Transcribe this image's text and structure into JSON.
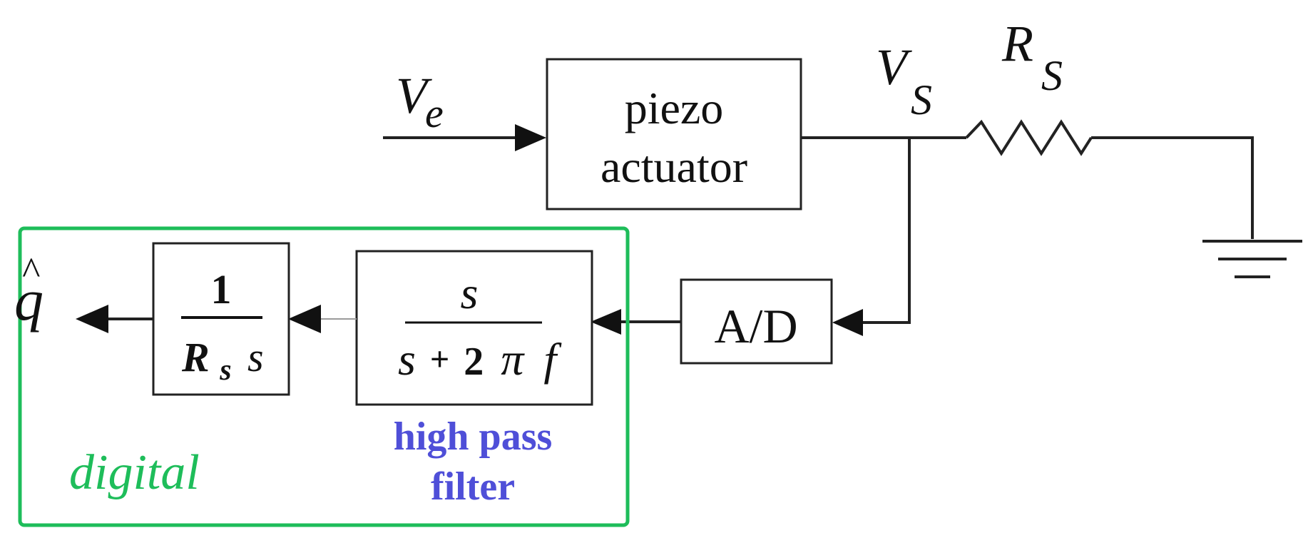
{
  "labels": {
    "input_signal": {
      "main": "V",
      "sub": "e"
    },
    "sense_voltage": {
      "main": "V",
      "sub": "S"
    },
    "sense_resistor": {
      "main": "R",
      "sub": "S"
    },
    "output_signal": "q",
    "output_hat": "^"
  },
  "blocks": {
    "piezo_actuator": {
      "line1": "piezo",
      "line2": "actuator"
    },
    "adc": "A/D",
    "high_pass_filter": {
      "numerator": "s",
      "denominator": "s + 2πf",
      "den_s": "s",
      "den_plus": "+",
      "den_two": "2",
      "den_pi": "π",
      "den_f": "f",
      "caption_line1": "high pass",
      "caption_line2": "filter"
    },
    "integrator": {
      "numerator": "1",
      "den_r": "R",
      "den_sub": "s",
      "den_s": "s"
    }
  },
  "region": {
    "label": "digital"
  },
  "colors": {
    "digital_region": "#1ebd5a",
    "filter_caption": "#4f4fd8",
    "lines": "#222222"
  },
  "icons": {
    "resistor": "resistor-zigzag",
    "ground": "ground-symbol"
  }
}
